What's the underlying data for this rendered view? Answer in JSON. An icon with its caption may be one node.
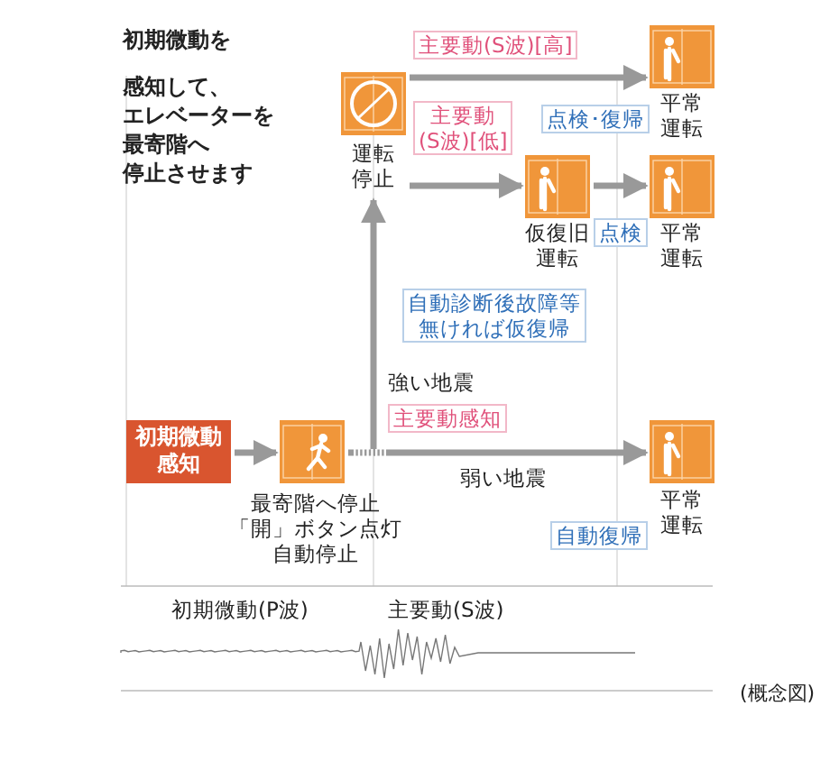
{
  "diagram": {
    "nodes": [
      {
        "text": [
          "初期微動感知"
        ]
      },
      {
        "text": [
          "最寄階へ停止「開」ボタン点灯自動停止"
        ]
      },
      {
        "text": [
          "運転停止"
        ]
      },
      {
        "text": [
          "仮復旧運転"
        ]
      },
      {
        "text": [
          "平常運転"
        ]
      },
      {
        "text": [
          "平常運転"
        ]
      },
      {
        "text": [
          "平常運転"
        ]
      }
    ],
    "edges": [
      {
        "from": 0,
        "to": 1,
        "arrow": "to"
      },
      {
        "from": 1,
        "to": 2,
        "arrow": "to",
        "label": "強い地震"
      },
      {
        "from": 1,
        "to": 6,
        "arrow": "to",
        "label": "弱い地震"
      },
      {
        "from": 2,
        "to": 4,
        "arrow": "to",
        "label": "主要動(S波)[高]"
      },
      {
        "from": 2,
        "to": 3,
        "arrow": "to",
        "label": "主要動(S波)[低]"
      },
      {
        "from": 3,
        "to": 5,
        "arrow": "to",
        "label": "点検"
      }
    ],
    "labels": [
      "初期微動を",
      "感知して、エレベーターを最寄階へ停止させます",
      "点検･復帰",
      "自動診断後故障等無ければ仮復帰",
      "主要動感知",
      "自動復帰",
      "初期微動(P波)",
      "主要動(S波)",
      "(概念図)"
    ]
  }
}
